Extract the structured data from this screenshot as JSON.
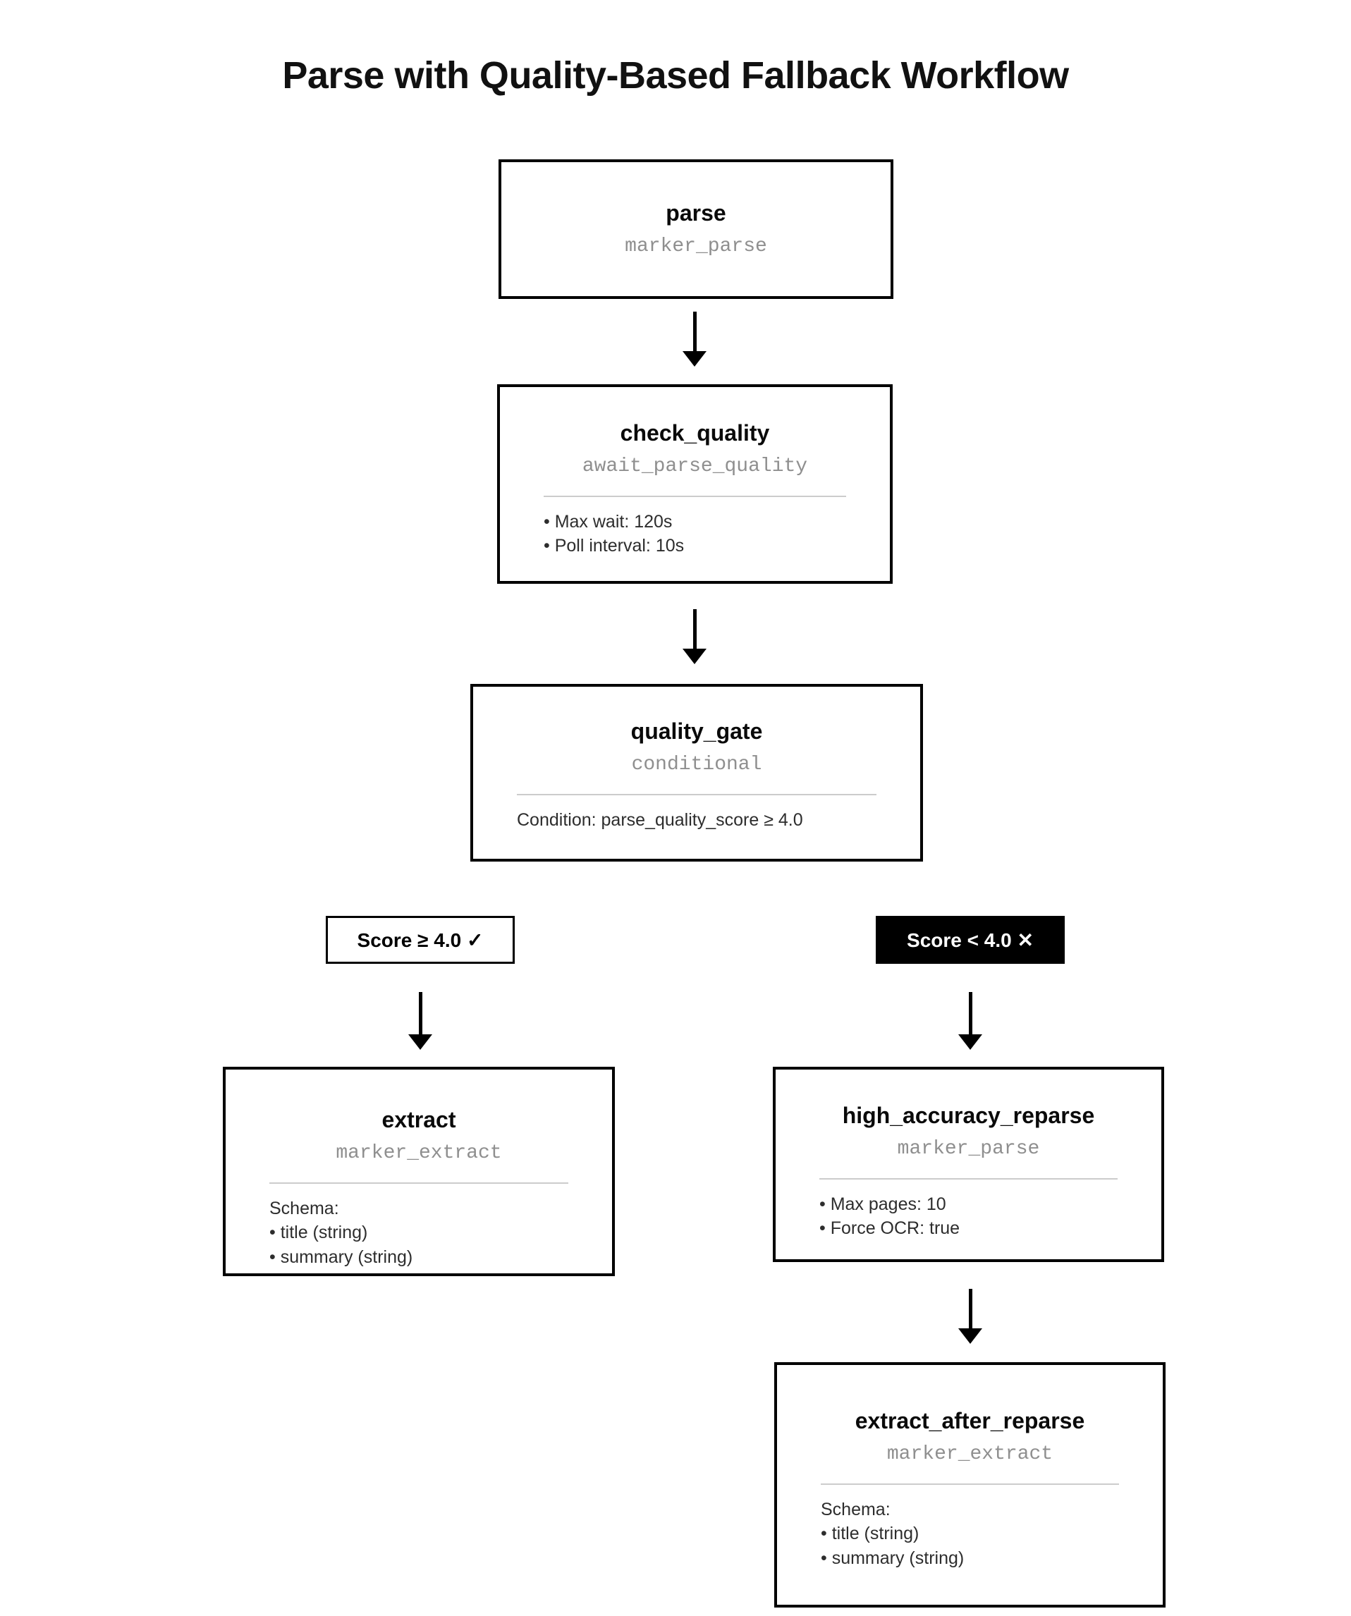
{
  "title": "Parse with Quality-Based Fallback Workflow",
  "colors": {
    "node_border": "#000000",
    "subtitle_text": "#8f8f8f",
    "divider": "#cccccc",
    "detail_text": "#2d2d2d",
    "branch_pass_bg": "#ffffff",
    "branch_fail_bg": "#000000",
    "branch_fail_text": "#ffffff"
  },
  "nodes": {
    "parse": {
      "name": "parse",
      "tool": "marker_parse"
    },
    "check_quality": {
      "name": "check_quality",
      "tool": "await_parse_quality",
      "details": [
        "• Max wait: 120s",
        "• Poll interval: 10s"
      ]
    },
    "quality_gate": {
      "name": "quality_gate",
      "tool": "conditional",
      "details": [
        "Condition: parse_quality_score ≥ 4.0"
      ]
    },
    "extract": {
      "name": "extract",
      "tool": "marker_extract",
      "details": [
        "Schema:",
        "• title (string)",
        "• summary (string)"
      ]
    },
    "high_accuracy_reparse": {
      "name": "high_accuracy_reparse",
      "tool": "marker_parse",
      "details": [
        "• Max pages: 10",
        "• Force OCR: true"
      ]
    },
    "extract_after_reparse": {
      "name": "extract_after_reparse",
      "tool": "marker_extract",
      "details": [
        "Schema:",
        "• title (string)",
        "• summary (string)"
      ]
    }
  },
  "branch_labels": {
    "pass": "Score ≥ 4.0 ✓",
    "fail": "Score < 4.0 ✕"
  }
}
